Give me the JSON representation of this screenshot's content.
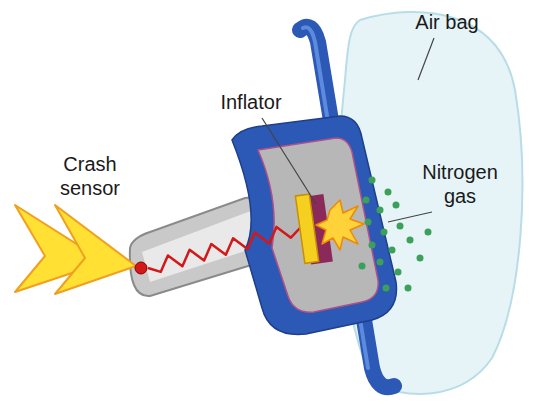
{
  "diagram": {
    "labels": [
      "Air bag",
      "Inflator",
      "Crash sensor",
      "Nitrogen gas"
    ]
  }
}
